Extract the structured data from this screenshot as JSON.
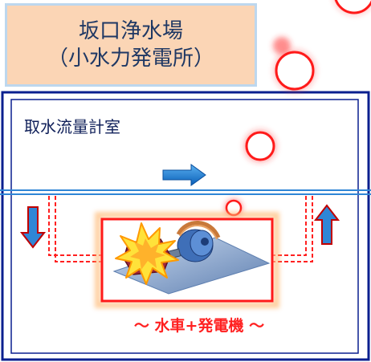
{
  "title": {
    "line1": "坂口浄水場",
    "line2": "（小水力発電所）"
  },
  "room": {
    "label": "取水流量計室"
  },
  "turbine": {
    "label": "～ 水車+発電機 ～"
  },
  "colors": {
    "title_bg": "#fbd5b5",
    "title_border": "#bdd7ee",
    "frame": "#0a1f8f",
    "flow_arrow": "#0f72c8",
    "pipe_dash": "#ff2020",
    "highlight": "#ff2020"
  }
}
